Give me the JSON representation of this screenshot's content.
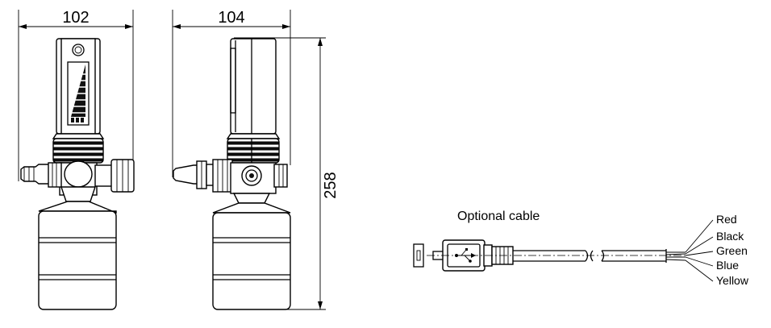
{
  "dimensions": {
    "width_front": "102",
    "width_side": "104",
    "height": "258"
  },
  "cable": {
    "title": "Optional cable",
    "wires": [
      "Red",
      "Black",
      "Green",
      "Blue",
      "Yellow"
    ]
  }
}
